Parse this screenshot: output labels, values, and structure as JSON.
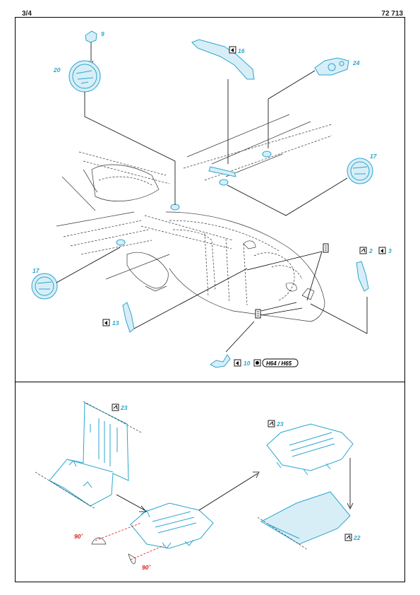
{
  "header": {
    "page": "3/4",
    "code": "72 713"
  },
  "labels": {
    "p9": "9",
    "p16": "16",
    "p20": "20",
    "p24": "24",
    "p17a": "17",
    "p17b": "17",
    "p2": "2",
    "p3": "3",
    "p13": "13",
    "p10": "10",
    "h64": "H64 / H65",
    "p23a": "23",
    "p23b": "23",
    "p22": "22",
    "deg1": "90˚",
    "deg2": "90˚"
  },
  "colors": {
    "part": "#2aa6cf",
    "angle": "#d42020",
    "line": "#000000"
  },
  "icons": [
    "fold-icon",
    "bend-icon",
    "color-icon"
  ]
}
